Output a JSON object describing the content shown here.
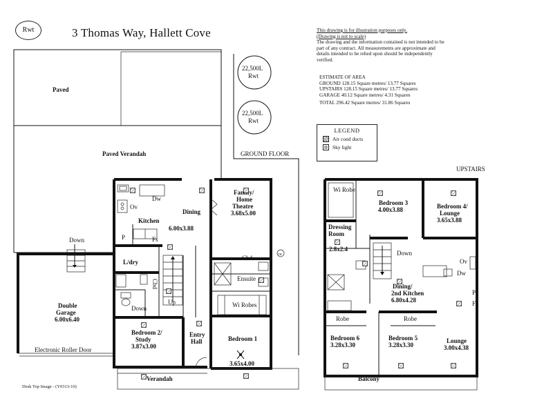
{
  "header": {
    "rwt_badge": "Rwt",
    "title": "3 Thomas Way, Hallett Cove"
  },
  "disclaimer": {
    "line1": "This drawing is for illustration purposes only.",
    "line2": "(Drawing is not to scale)",
    "body": "The drawing and the information contained is not intended to be part of any contract. All measurements are approximate and details intended to be relied upon should be independently verified."
  },
  "estimate": {
    "heading": "ESTIMATE OF AREA",
    "ground": "GROUND 128.15 Square metres/  13.77 Squares",
    "upstairs": "UPSTAIRS 128.15 Square metres/  13.77 Squares",
    "garage": "GARAGE  40.12 Square metres/  4.31 Squares",
    "total": "TOTAL  296.42 Square metres/  31.86 Squares"
  },
  "legend": {
    "heading": "LEGEND",
    "items": [
      "Air cond ducts",
      "Sky light"
    ]
  },
  "tanks": [
    {
      "capacity": "22,500L",
      "label": "Rwt"
    },
    {
      "capacity": "22,500L",
      "label": "Rwt"
    }
  ],
  "ground_floor": {
    "heading": "GROUND FLOOR",
    "paved": "Paved",
    "paved_verandah": "Paved Verandah",
    "down": "Down",
    "garage_name": "Double",
    "garage_name2": "Garage",
    "garage_dims": "6.00x6.40",
    "roller_door": "Electronic Roller Door",
    "kitchen": "Kitchen",
    "ov": "Ov",
    "dw": "Dw",
    "p": "P",
    "fs": "Fs",
    "dining": "Dining",
    "dining_dims": "6.00x3.88",
    "family1": "Family/",
    "family2": "Home",
    "family3": "Theatre",
    "family_dims": "3.68x5.00",
    "ldry": "L/dry",
    "cbd1": "Cbd",
    "cbd2": "Cbd",
    "ensuite": "Ensuite",
    "wi_robes": "Wi Robes",
    "up": "Up",
    "down2": "Down",
    "bed2a": "Bedroom 2/",
    "bed2b": "Study",
    "bed2_dims": "3.87x3.00",
    "entry1": "Entry",
    "entry2": "Hall",
    "bed1": "Bedroom 1",
    "bed1_dims": "3.65x4.00",
    "verandah": "Verandah",
    "tap": "TR"
  },
  "upstairs": {
    "heading": "UPSTAIRS",
    "wi_robe": "Wi Robe",
    "bed3": "Bedroom  3",
    "bed3_dims": "4.00x3.88",
    "bed4a": "Bedroom 4/",
    "bed4b": "Lounge",
    "bed4_dims": "3.65x3.88",
    "dress1": "Dressing",
    "dress2": "Room",
    "dress_dims": "2.8x2.4",
    "down": "Down",
    "ov": "Ov",
    "dw": "Dw",
    "dining1": "Dining/",
    "dining2": "2nd Kitchen",
    "dining_dims": "6.80x4.28",
    "p": "P",
    "fs": "Fs",
    "robe1": "Robe",
    "robe2": "Robe",
    "bed6": "Bedroom 6",
    "bed6_dims": "3.28x3.30",
    "bed5": "Bedroom 5",
    "bed5_dims": "3.28x3.30",
    "lounge": "Lounge",
    "lounge_dims": "3.00x4.38",
    "balcony": "Balcony"
  },
  "footer": {
    "caption": "Desk Top Image - (Y0313-10)"
  }
}
